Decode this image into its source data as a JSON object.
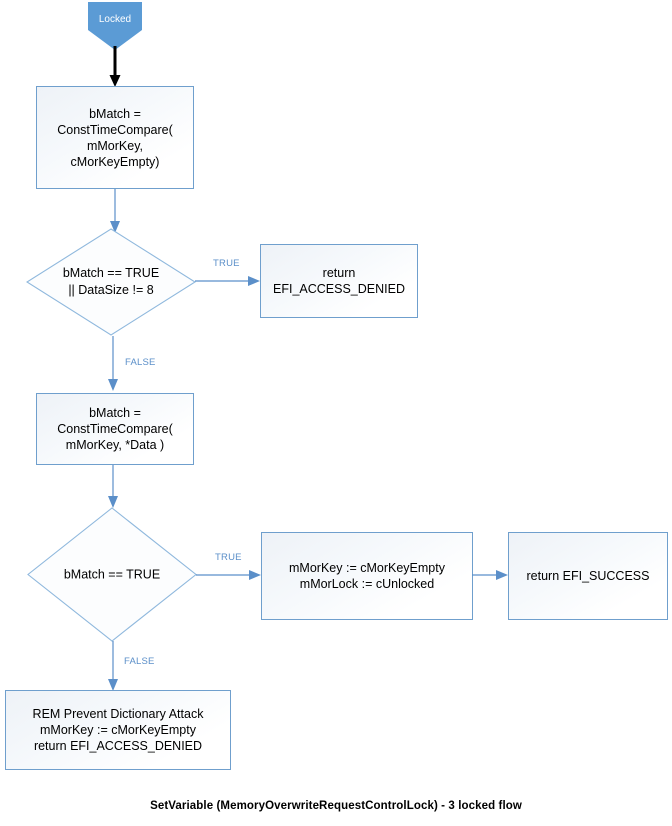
{
  "diagram": {
    "caption": "SetVariable (MemoryOverwriteRequestControlLock) - 3 locked flow",
    "colors": {
      "start_fill": "#5b9bd5",
      "start_text": "#ffffff",
      "box_border": "#6f9fcd",
      "box_fill": "#f3f7fb",
      "diamond_border": "#8fb8dd",
      "diamond_fill": "#fcfdfe",
      "connector": "#5b8fc9",
      "first_arrow": "#000000",
      "edge_label_text": "#5b8fc9",
      "node_text": "#000000"
    },
    "nodes": {
      "start": {
        "label": "Locked",
        "shape": "pentagon-banner"
      },
      "compare_empty": {
        "label": "bMatch =\nConstTimeCompare(\nmMorKey,\ncMorKeyEmpty)",
        "shape": "process"
      },
      "decision_match_or_size": {
        "label": "bMatch == TRUE\n|| DataSize != 8",
        "shape": "decision"
      },
      "return_access_denied": {
        "label": "return\nEFI_ACCESS_DENIED",
        "shape": "process"
      },
      "compare_data": {
        "label": "bMatch =\nConstTimeCompare(\nmMorKey, *Data )",
        "shape": "process"
      },
      "decision_match": {
        "label": "bMatch == TRUE",
        "shape": "decision"
      },
      "unlock_assign": {
        "label": "mMorKey := cMorKeyEmpty\nmMorLock := cUnlocked",
        "shape": "process"
      },
      "return_success": {
        "label": "return EFI_SUCCESS",
        "shape": "process"
      },
      "prevent_dictionary_attack": {
        "label": "REM Prevent Dictionary Attack\nmMorKey := cMorKeyEmpty\nreturn EFI_ACCESS_DENIED",
        "shape": "process"
      }
    },
    "edges": {
      "start_to_compare_empty": {
        "label": ""
      },
      "compare_empty_to_decision1": {
        "label": ""
      },
      "decision1_true": {
        "label": "TRUE"
      },
      "decision1_false": {
        "label": "FALSE"
      },
      "compare_data_to_decision2": {
        "label": ""
      },
      "decision2_true": {
        "label": "TRUE"
      },
      "decision2_false": {
        "label": "FALSE"
      },
      "unlock_to_success": {
        "label": ""
      }
    }
  }
}
